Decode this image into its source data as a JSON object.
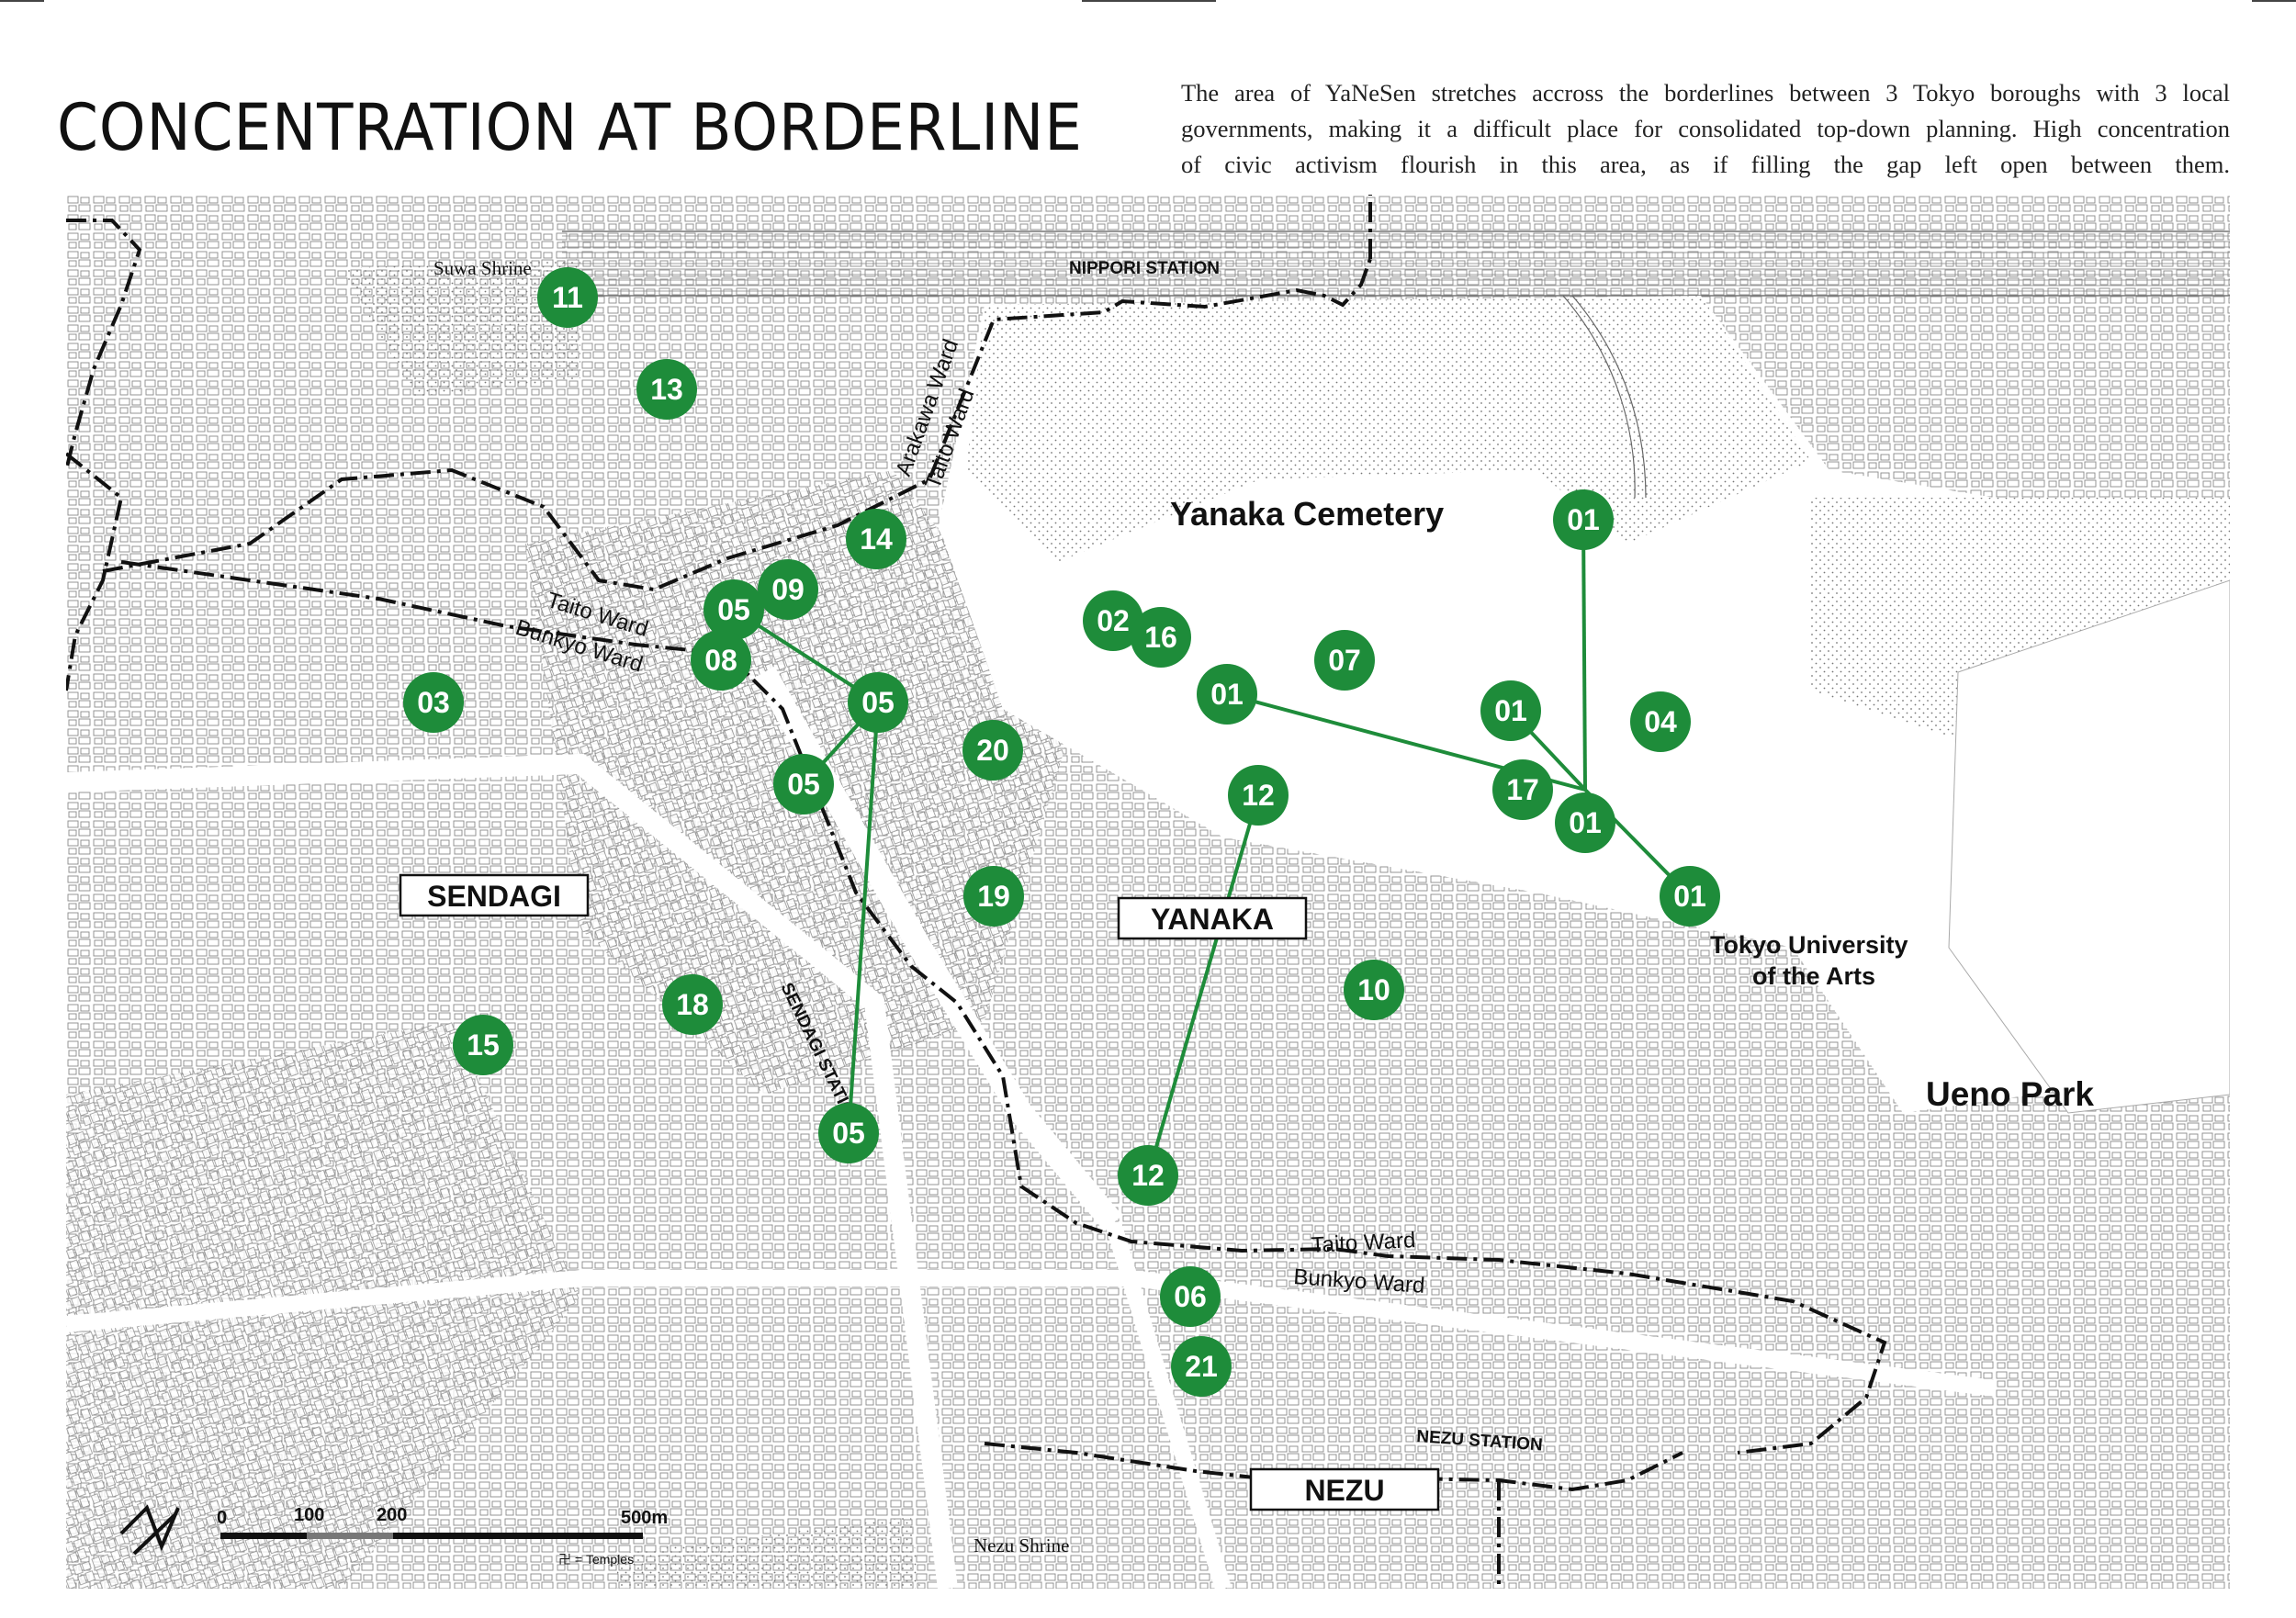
{
  "title": "CONCENTRATION AT BORDERLINE",
  "description_lines": [
    "The area of YaNeSen stretches accross the borderlines between 3 Tokyo boroughs with 3 local",
    "governments, making it a difficult place for consolidated top-down planning. High concentration",
    "of civic activism flourish in this area, as if filling the gap left open between them."
  ],
  "map": {
    "areas": [
      "SENDAGI",
      "YANAKA",
      "NEZU"
    ],
    "places": [
      "Yanaka Cemetery",
      "Ueno Park",
      "Tokyo University",
      "of the Arts",
      "Suwa Shrine",
      "Nezu Shrine"
    ],
    "stations": [
      "NIPPORI STATION",
      "SENDAGI STATION",
      "NEZU STATION"
    ],
    "wards": {
      "arakawa": "Arakawa Ward",
      "taito": "Taito Ward",
      "bunkyo": "Bunkyo Ward"
    },
    "markers": [
      "11",
      "13",
      "14",
      "09",
      "05",
      "08",
      "03",
      "05",
      "05",
      "02",
      "16",
      "07",
      "01",
      "20",
      "12",
      "19",
      "18",
      "15",
      "05",
      "10",
      "12",
      "06",
      "21",
      "01",
      "01",
      "17",
      "01",
      "04",
      "01"
    ],
    "scale": {
      "ticks": [
        "0",
        "100",
        "200",
        "500m"
      ],
      "legend": "卍 = Temples"
    }
  },
  "colors": {
    "marker": "#1e8c3a",
    "border_line": "#111111"
  }
}
